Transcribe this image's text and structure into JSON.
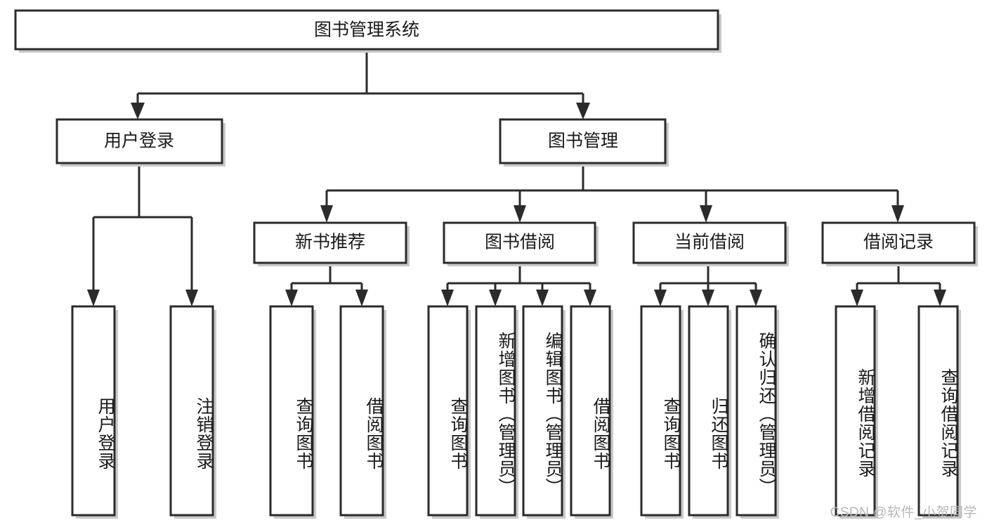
{
  "diagram": {
    "type": "tree",
    "title": "图书管理系统",
    "orientation": "top-down",
    "colors": {
      "stroke": "#2b2b2b",
      "fill": "#ffffff",
      "text": "#1a1a1a",
      "shadow": "#c9c9c9",
      "watermark": "#b8b8b8"
    },
    "root": {
      "label": "图书管理系统"
    },
    "level2": [
      {
        "id": "user-login",
        "label": "用户登录"
      },
      {
        "id": "book-management",
        "label": "图书管理"
      }
    ],
    "level3": [
      {
        "id": "new-book-recommend",
        "label": "新书推荐"
      },
      {
        "id": "book-borrow",
        "label": "图书借阅"
      },
      {
        "id": "current-borrow",
        "label": "当前借阅"
      },
      {
        "id": "borrow-record",
        "label": "借阅记录"
      }
    ],
    "leaves": {
      "user-login": [
        {
          "id": "leaf-user-login",
          "label": "用户登录"
        },
        {
          "id": "leaf-logout-login",
          "label": "注销登录"
        }
      ],
      "new-book-recommend": [
        {
          "id": "leaf-query-book-1",
          "label": "查询图书"
        },
        {
          "id": "leaf-borrow-book-1",
          "label": "借阅图书"
        }
      ],
      "book-borrow": [
        {
          "id": "leaf-query-book-2",
          "label": "查询图书"
        },
        {
          "id": "leaf-add-book-admin",
          "label": "新增图书（管理员）"
        },
        {
          "id": "leaf-edit-book-admin",
          "label": "编辑图书（管理员）"
        },
        {
          "id": "leaf-borrow-book-2",
          "label": "借阅图书"
        }
      ],
      "current-borrow": [
        {
          "id": "leaf-query-book-3",
          "label": "查询图书"
        },
        {
          "id": "leaf-return-book",
          "label": "归还图书"
        },
        {
          "id": "leaf-confirm-return-admin",
          "label": "确认归还（管理员）"
        }
      ],
      "borrow-record": [
        {
          "id": "leaf-add-borrow-record",
          "label": "新增借阅记录"
        },
        {
          "id": "leaf-query-borrow-record",
          "label": "查询借阅记录"
        }
      ]
    },
    "watermark": "CSDN @软件_小贺同学"
  }
}
